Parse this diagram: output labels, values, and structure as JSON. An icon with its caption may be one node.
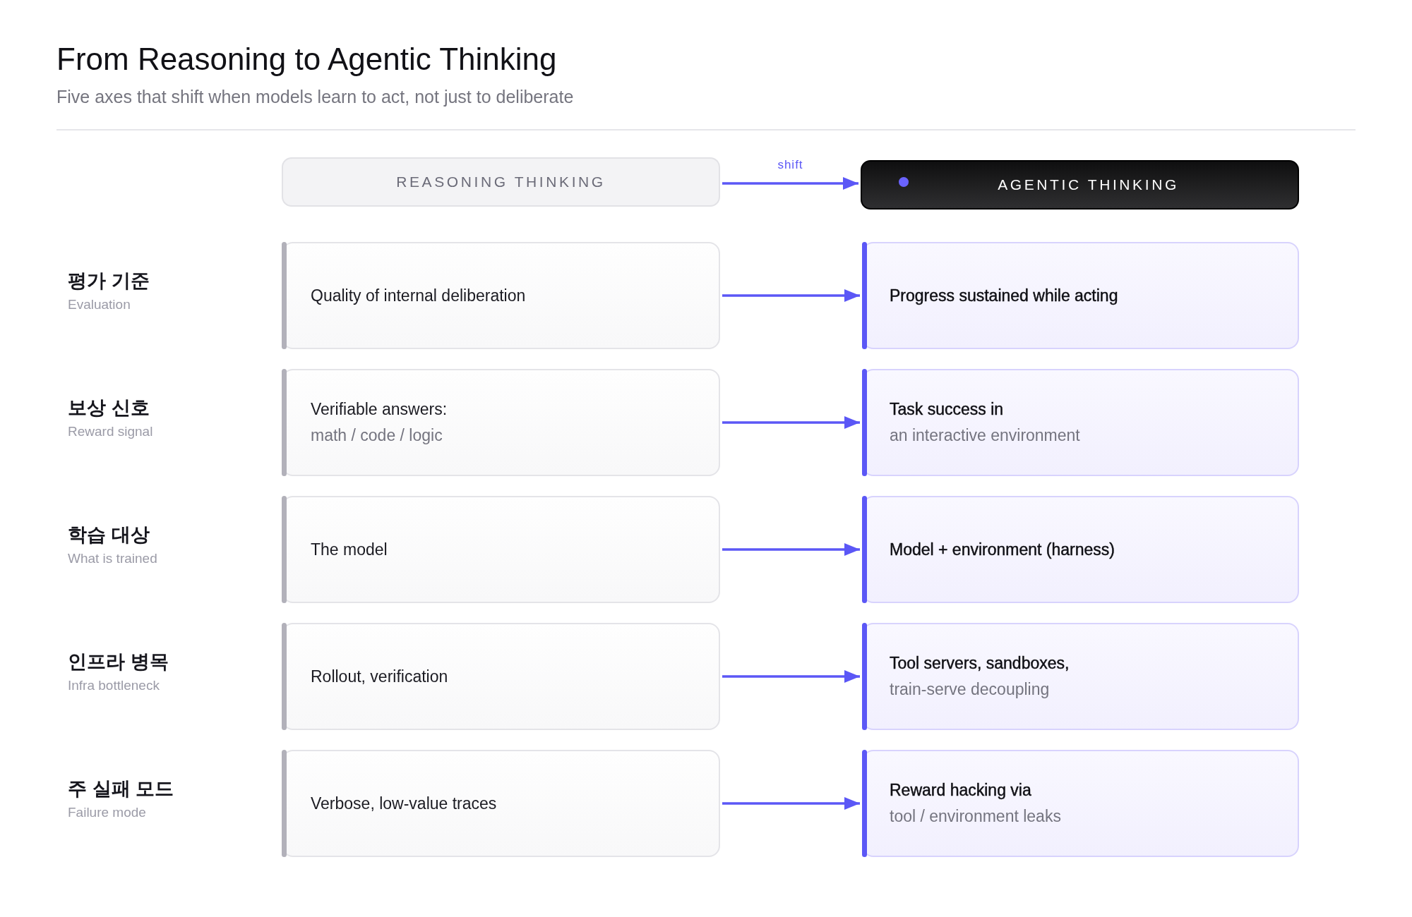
{
  "diagram": {
    "title": "From Reasoning to Agentic Thinking",
    "caption": "Five axes that shift when models learn to act, not just to deliberate",
    "nodes": [
      {
        "text": [
          "REASONING THINKING"
        ]
      },
      {
        "text": [
          "AGENTIC THINKING"
        ]
      },
      {
        "text": [
          "Quality of internal deliberation"
        ]
      },
      {
        "text": [
          "Progress sustained while acting"
        ]
      },
      {
        "text": [
          "Verifiable answers:",
          "math / code / logic"
        ]
      },
      {
        "text": [
          "Task success in",
          "an interactive environment"
        ]
      },
      {
        "text": [
          "The model"
        ]
      },
      {
        "text": [
          "Model + environment (harness)"
        ]
      },
      {
        "text": [
          "Rollout, verification"
        ]
      },
      {
        "text": [
          "Tool servers, sandboxes,",
          "train-serve decoupling"
        ]
      },
      {
        "text": [
          "Verbose, low-value traces"
        ]
      },
      {
        "text": [
          "Reward hacking via",
          "tool / environment leaks"
        ]
      }
    ],
    "edges": [
      {
        "from": 0,
        "to": 1,
        "arrow": "to",
        "label": "shift"
      },
      {
        "from": 2,
        "to": 3,
        "arrow": "to"
      },
      {
        "from": 4,
        "to": 5,
        "arrow": "to"
      },
      {
        "from": 6,
        "to": 7,
        "arrow": "to"
      },
      {
        "from": 8,
        "to": 9,
        "arrow": "to"
      },
      {
        "from": 10,
        "to": 11,
        "arrow": "to"
      }
    ],
    "labels": [
      "평가 기준",
      "Evaluation",
      "보상 신호",
      "Reward signal",
      "학습 대상",
      "What is trained",
      "인프라 병목",
      "Infra bottleneck",
      "주 실패 모드",
      "Failure mode"
    ]
  }
}
